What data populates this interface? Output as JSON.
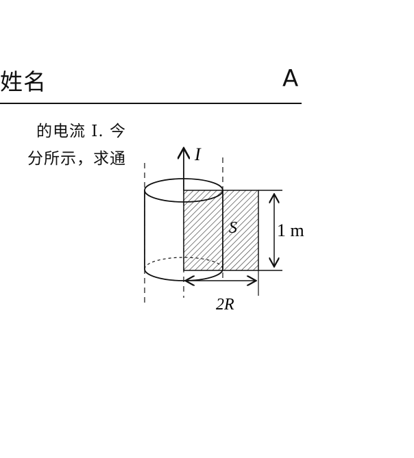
{
  "header": {
    "name_label": "姓名",
    "paper_code": "A"
  },
  "problem": {
    "line1": "的电流 I. 今",
    "line2": "分所示，求通"
  },
  "figure": {
    "current_label": "I",
    "surface_label": "S",
    "height_label": "1 m",
    "width_label": "2R"
  }
}
